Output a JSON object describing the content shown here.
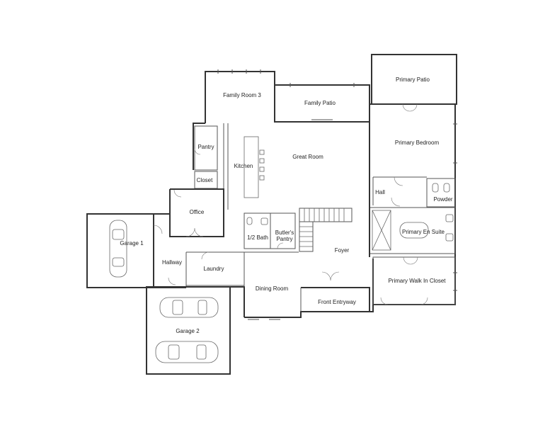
{
  "rooms": {
    "family_room_3": "Family Room 3",
    "family_patio": "Family Patio",
    "primary_patio": "Primary Patio",
    "primary_bedroom": "Primary Bedroom",
    "pantry": "Pantry",
    "kitchen": "Kitchen",
    "great_room": "Great Room",
    "closet": "Closet",
    "office": "Office",
    "hall": "Hall",
    "powder": "Powder",
    "garage_1": "Garage 1",
    "half_bath": "1/2 Bath",
    "butlers_pantry_1": "Butler's",
    "butlers_pantry_2": "Pantry",
    "primary_en_suite": "Primary En Suite",
    "foyer": "Foyer",
    "hallway": "Hallway",
    "laundry": "Laundry",
    "dining_room": "Dining Room",
    "primary_walk_in_closet": "Primary Walk In Closet",
    "front_entryway": "Front Entryway",
    "garage_2": "Garage 2"
  }
}
